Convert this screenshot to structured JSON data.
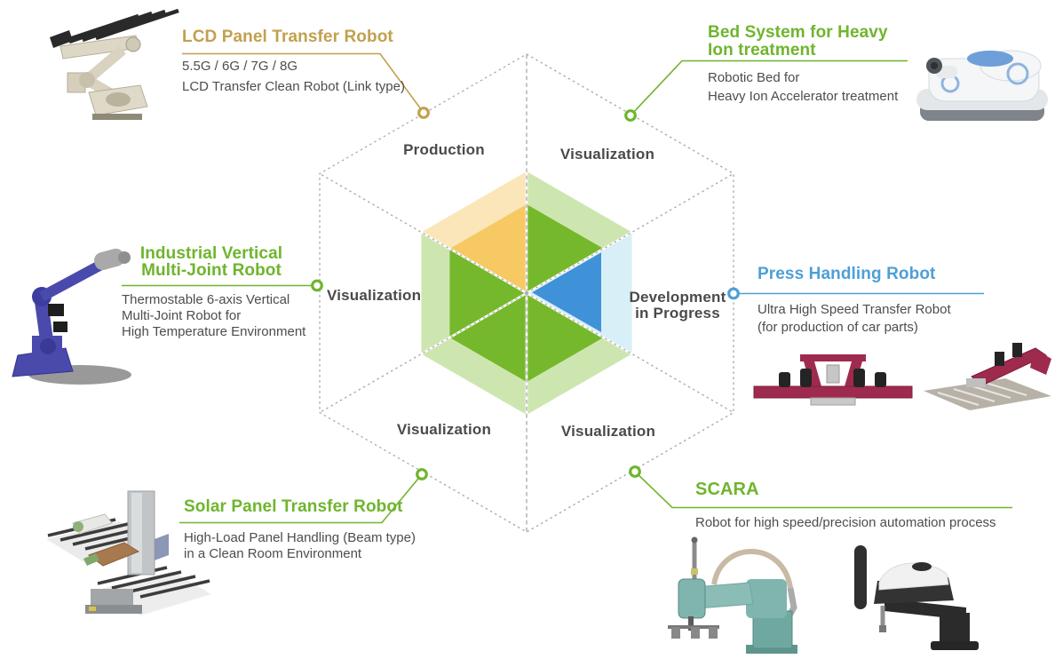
{
  "colors": {
    "gold": "#C2A04E",
    "green": "#6FB52D",
    "blue": "#4E9FD6",
    "text_dark": "#4D4D4D",
    "label_dark": "#4A4A4A",
    "dashed_gray": "#ADADAD",
    "orange_dark": "#F6C963",
    "orange_light": "#FAE6B8",
    "green_dark": "#76B82B",
    "green_light": "#CDE6B0",
    "blue_dark": "#4092D8",
    "blue_light": "#D8EFF7",
    "robot_indigo": "#4A4AAC",
    "robot_maroon": "#9E2B4E",
    "robot_teal": "#7FB5AE"
  },
  "sector_labels": {
    "top_left": "Production",
    "top_right": "Visualization",
    "left": "Visualization",
    "right_line1": "Development",
    "right_line2": "in Progress",
    "bottom_left": "Visualization",
    "bottom_right": "Visualization"
  },
  "callouts": {
    "lcd": {
      "title": "LCD Panel Transfer Robot",
      "line1": "5.5G / 6G / 7G / 8G",
      "line2": "LCD Transfer Clean Robot (Link type)"
    },
    "bed": {
      "title_line1": "Bed System for Heavy",
      "title_line2": "Ion treatment",
      "line1": "Robotic Bed for",
      "line2": "Heavy Ion Accelerator treatment"
    },
    "industrial": {
      "title_line1": "Industrial Vertical",
      "title_line2": "Multi-Joint Robot",
      "line1": "Thermostable 6-axis Vertical",
      "line2": "Multi-Joint Robot for",
      "line3": "High Temperature Environment"
    },
    "press": {
      "title": "Press Handling Robot",
      "line1": "Ultra High Speed Transfer Robot",
      "line2": "(for production of car parts)"
    },
    "solar": {
      "title": "Solar Panel Transfer Robot",
      "line1": "High-Load Panel Handling (Beam type)",
      "line2": "in a Clean Room Environment"
    },
    "scara": {
      "title": "SCARA",
      "line1": "Robot for high speed/precision automation process"
    }
  }
}
